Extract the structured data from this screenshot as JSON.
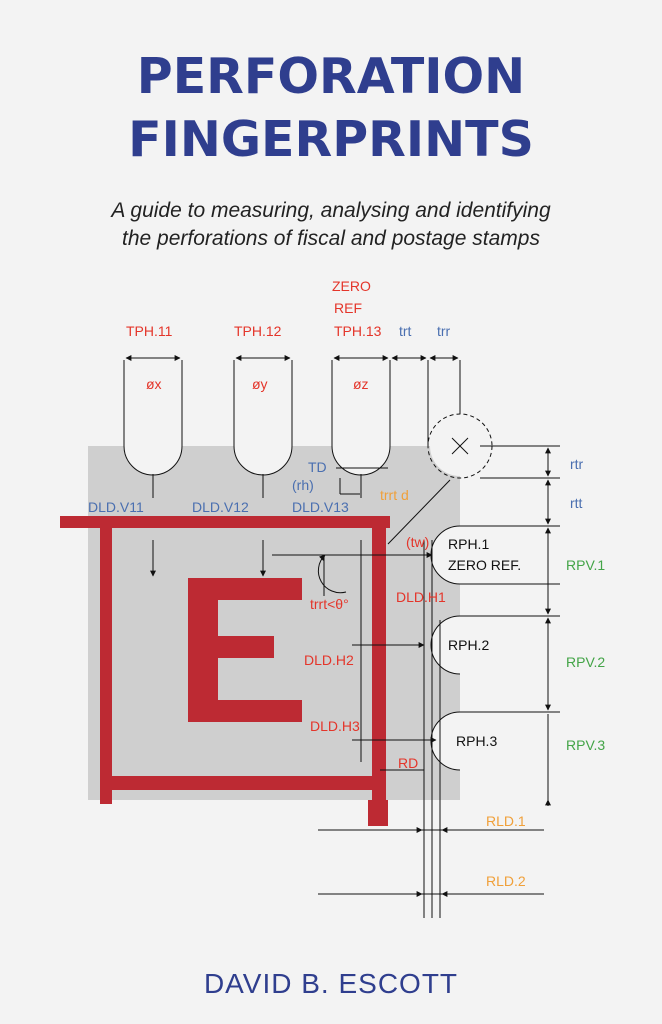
{
  "cover": {
    "title_line1": "PERFORATION",
    "title_line2": "FINGERPRINTS",
    "subtitle_line1": "A guide to measuring, analysing and identifying",
    "subtitle_line2": "the perforations of fiscal and postage stamps",
    "author": "DAVID B. ESCOTT"
  },
  "colors": {
    "title_blue": "#2f3e8e",
    "label_red": "#e4352a",
    "label_blue": "#4a6fb0",
    "label_orange": "#f0a03a",
    "label_green": "#43a447",
    "stamp_gray": "#cfcfcf",
    "frame_red": "#bd2a33"
  },
  "diagram": {
    "zero_ref": "ZERO",
    "ref": "REF",
    "tph11": "TPH.11",
    "tph12": "TPH.12",
    "tph13": "TPH.13",
    "trt": "trt",
    "trr": "trr",
    "ox": "øx",
    "oy": "øy",
    "oz": "øz",
    "td": "TD",
    "rh": "(rh)",
    "trrtd": "trrt d",
    "dldv11": "DLD.V11",
    "dldv12": "DLD.V12",
    "dldv13": "DLD.V13",
    "tw": "(tw)",
    "rph1": "RPH.1",
    "zeroref": "ZERO REF.",
    "rpv1": "RPV.1",
    "trrt_theta": "trrt<θ°",
    "dldh1": "DLD.H1",
    "dldh2": "DLD.H2",
    "rph2": "RPH.2",
    "rpv2": "RPV.2",
    "dldh3": "DLD.H3",
    "rph3": "RPH.3",
    "rpv3": "RPV.3",
    "rd": "RD",
    "rld1": "RLD.1",
    "rld2": "RLD.2",
    "rtr": "rtr",
    "rtt": "rtt",
    "letter": "E"
  }
}
